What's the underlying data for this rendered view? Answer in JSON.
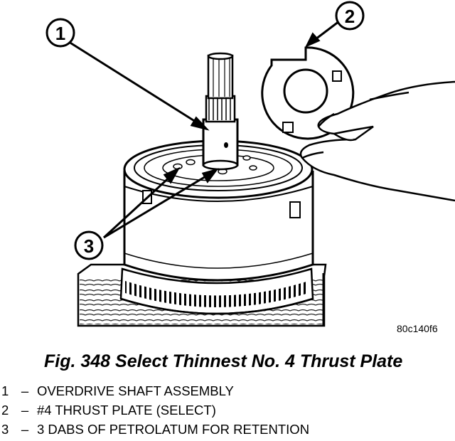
{
  "figure": {
    "callouts": [
      {
        "number": "1",
        "label": "OVERDRIVE SHAFT ASSEMBLY"
      },
      {
        "number": "2",
        "label": "#4 THRUST PLATE (SELECT)"
      },
      {
        "number": "3",
        "label": "3 DABS OF PETROLATUM FOR RETENTION"
      }
    ],
    "code": "80c140f6"
  },
  "caption": "Fig. 348 Select Thinnest No. 4 Thrust Plate",
  "legend": [
    {
      "number": "1",
      "dash": "–",
      "text": "OVERDRIVE SHAFT ASSEMBLY"
    },
    {
      "number": "2",
      "dash": "–",
      "text": "#4 THRUST PLATE (SELECT)"
    },
    {
      "number": "3",
      "dash": "–",
      "text": "3 DABS OF PETROLATUM FOR RETENTION"
    }
  ]
}
